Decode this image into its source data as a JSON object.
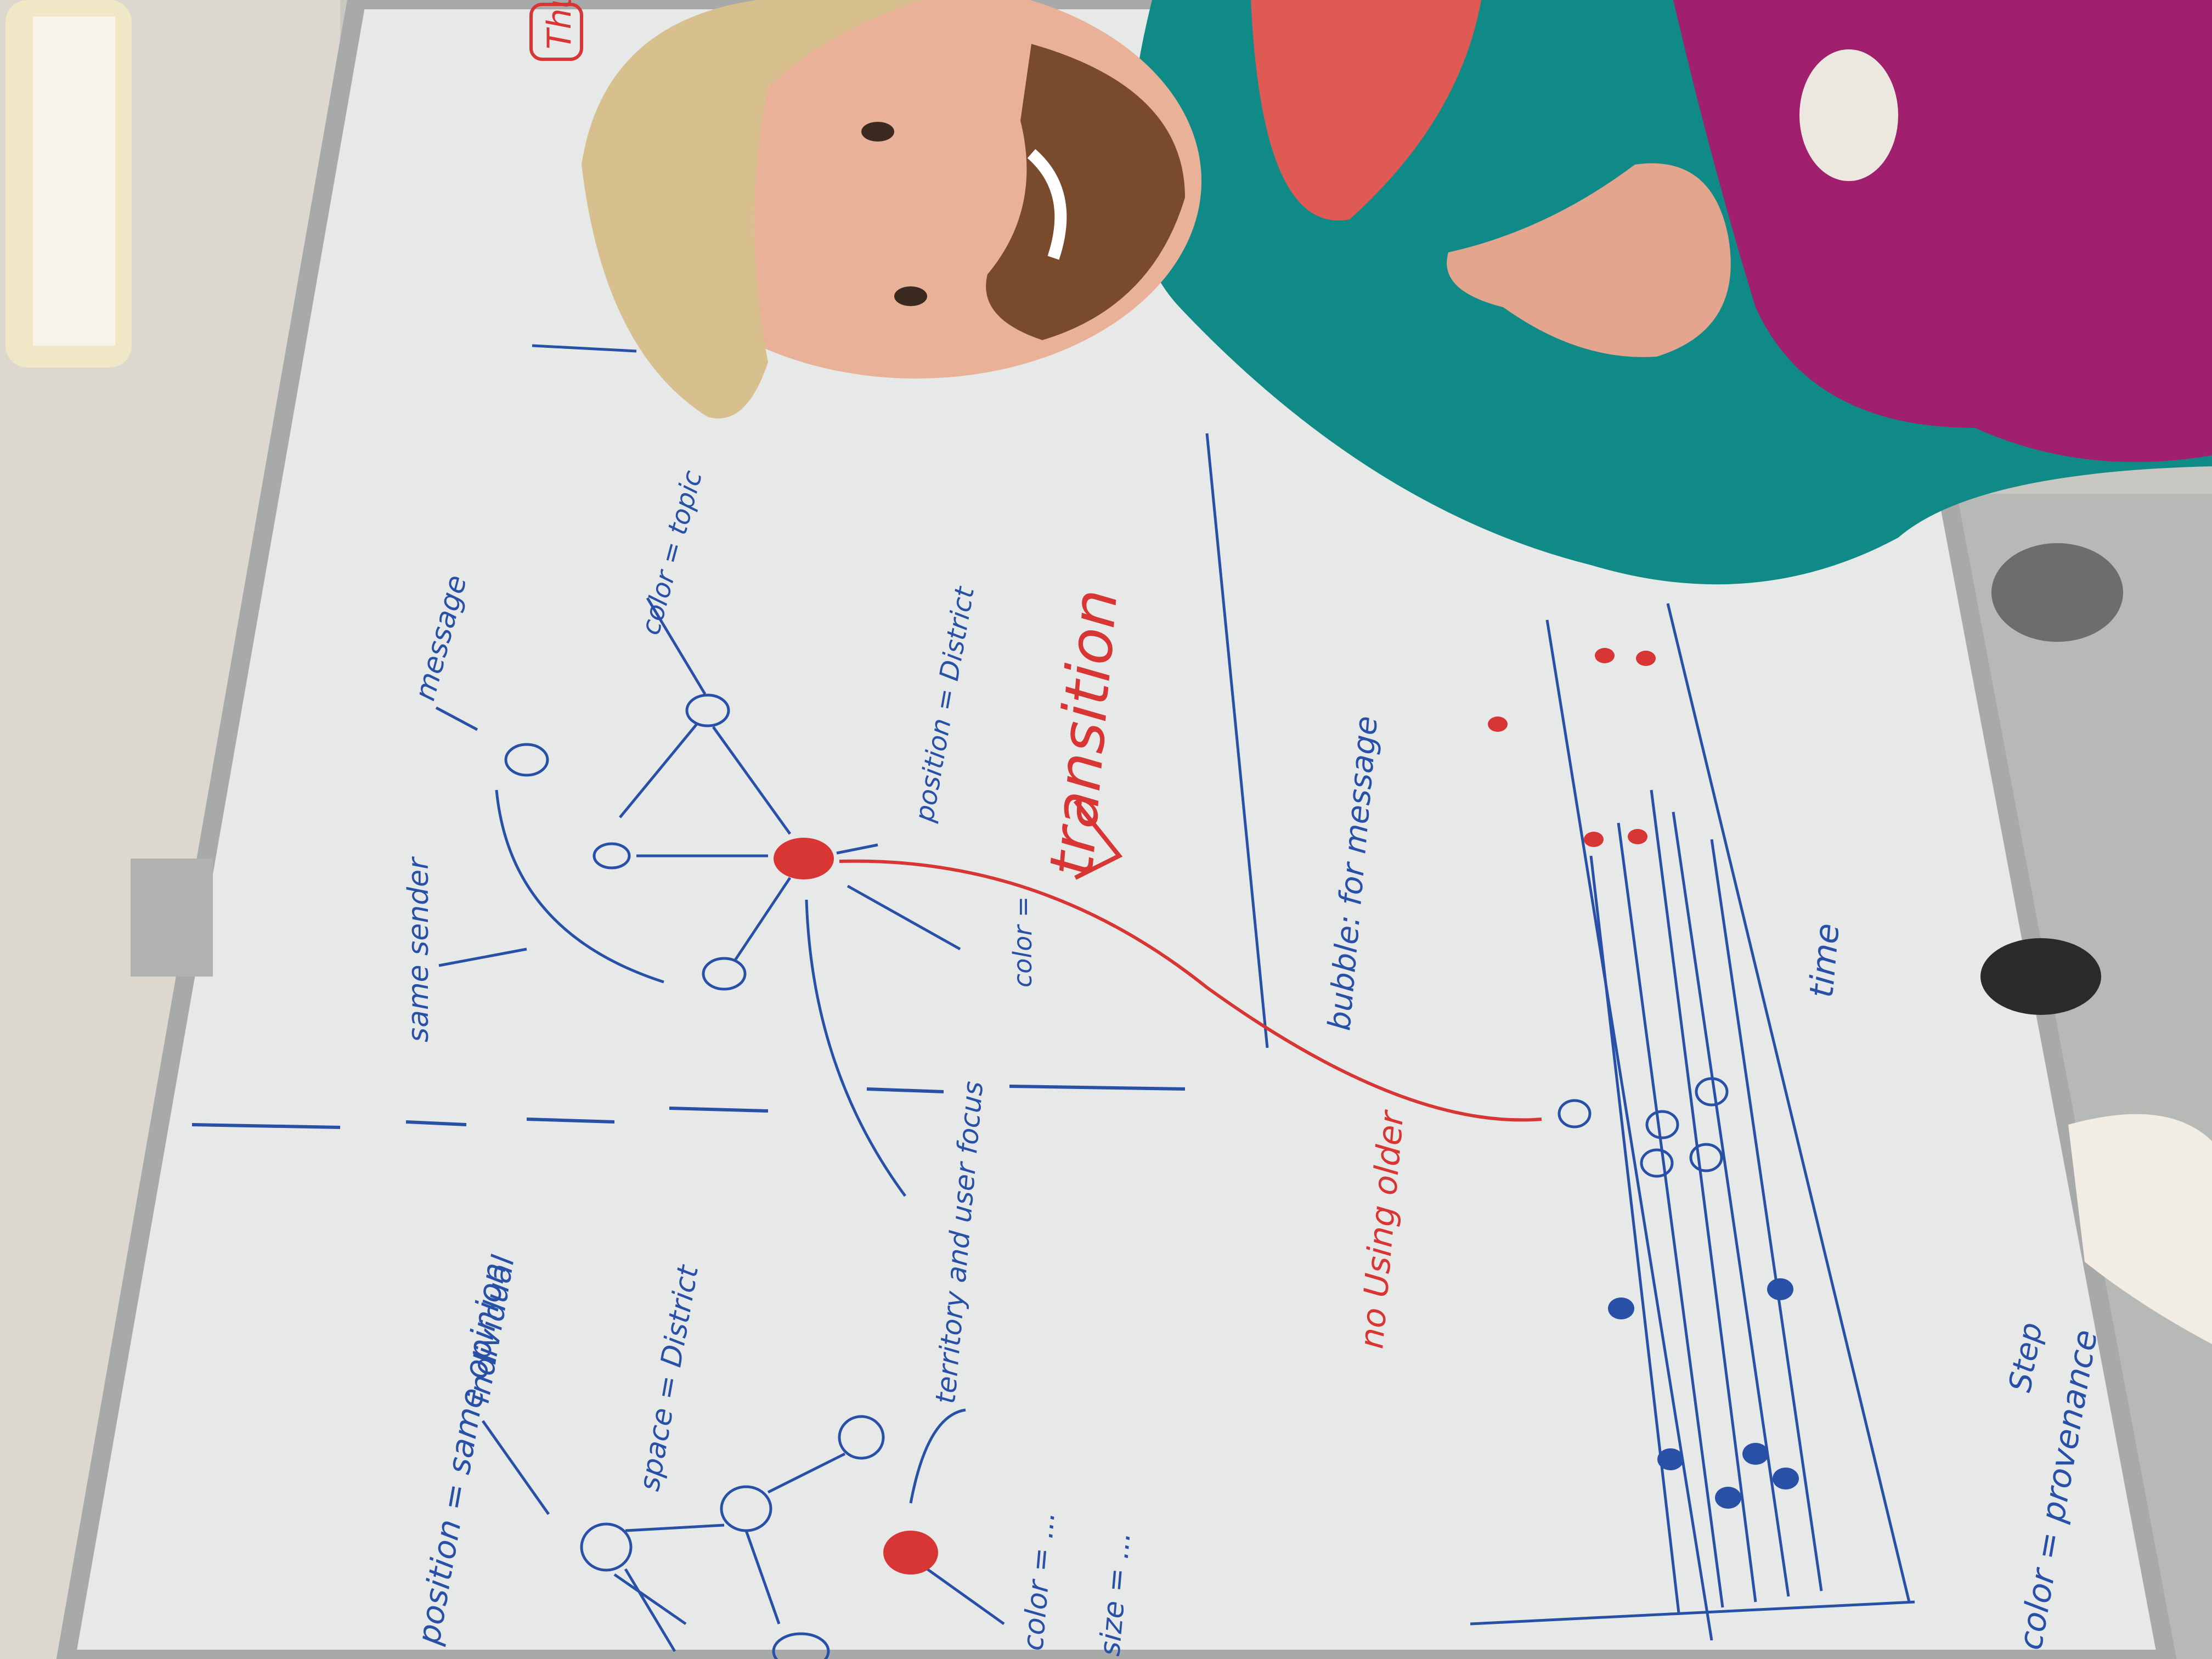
{
  "board": {
    "top_tag": "Thu",
    "left_diagram": {
      "label_opinion": "position = same opinion",
      "label_individual": "individual",
      "label_space": "space = District",
      "label_territory": "territory and user focus",
      "label_color": "color = ...",
      "label_size": "size = ..."
    },
    "center_diagram": {
      "label_same_sender": "same sender",
      "label_message": "message",
      "label_color_topic": "color = topic",
      "label_position_district": "position = District",
      "label_color": "color ="
    },
    "transition": {
      "label": "transition",
      "bubble_note": "bubble: for message",
      "nodes_note": "no Using older"
    },
    "timeline": {
      "label_time": "time",
      "label_provenance": "color = provenance",
      "label_step": "Step"
    }
  },
  "colors": {
    "marker_blue": "#2750a6",
    "marker_red": "#d83535",
    "board": "#e8eaea",
    "jacket_teal": "#0f8a86",
    "jacket_purple": "#a0206d"
  }
}
